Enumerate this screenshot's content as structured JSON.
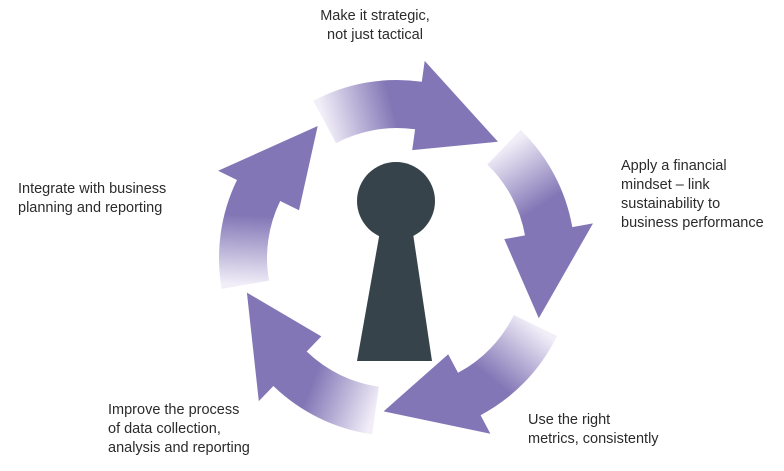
{
  "diagram": {
    "steps": [
      {
        "id": "strategic",
        "label": "Make it strategic,\nnot just tactical"
      },
      {
        "id": "financial",
        "label": "Apply a financial\nmindset – link\nsustainability to\nbusiness performance"
      },
      {
        "id": "metrics",
        "label": "Use the right\nmetrics, consistently"
      },
      {
        "id": "process",
        "label": "Improve the process\nof data collection,\nanalysis and reporting"
      },
      {
        "id": "integrate",
        "label": "Integrate with business\nplanning and reporting"
      }
    ],
    "center_icon": "keyhole-icon",
    "colors": {
      "arrow": "#8376b6",
      "arrow_light": "#f1eef8",
      "keyhole": "#37434a",
      "text": "#2b2b2b"
    }
  }
}
